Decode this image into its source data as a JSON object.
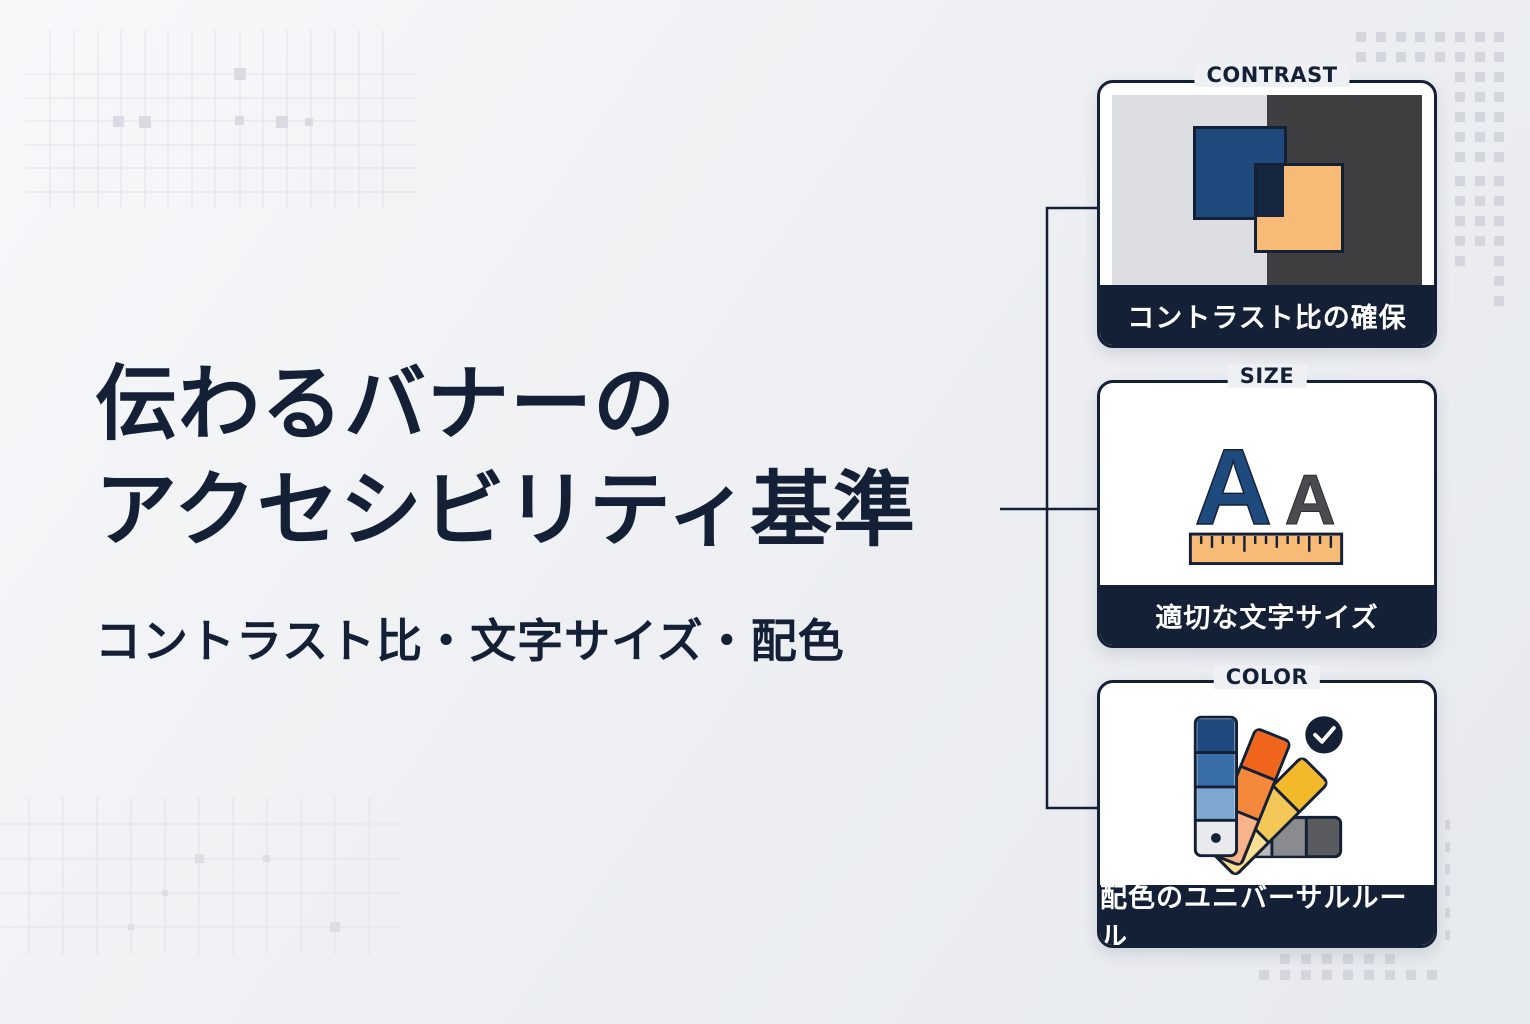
{
  "title": {
    "line1": "伝わるバナーの",
    "line2": "アクセシビリティ基準"
  },
  "subtitle": "コントラスト比・文字サイズ・配色",
  "cards": [
    {
      "tag": "CONTRAST",
      "label": "コントラスト比の確保",
      "icon": "overlapping-squares-icon"
    },
    {
      "tag": "SIZE",
      "label": "適切な文字サイズ",
      "icon": "font-size-ruler-icon",
      "glyph_large": "A",
      "glyph_small": "A"
    },
    {
      "tag": "COLOR",
      "label": "配色のユニバーサルルール",
      "icon": "color-swatch-fan-icon"
    }
  ],
  "colors": {
    "navy": "#142036",
    "blue": "#1f4a7e",
    "orange": "#f8bb77",
    "dark_gray": "#3f3f42",
    "light_gray": "#dcdee2",
    "background": "#eef0f3"
  }
}
